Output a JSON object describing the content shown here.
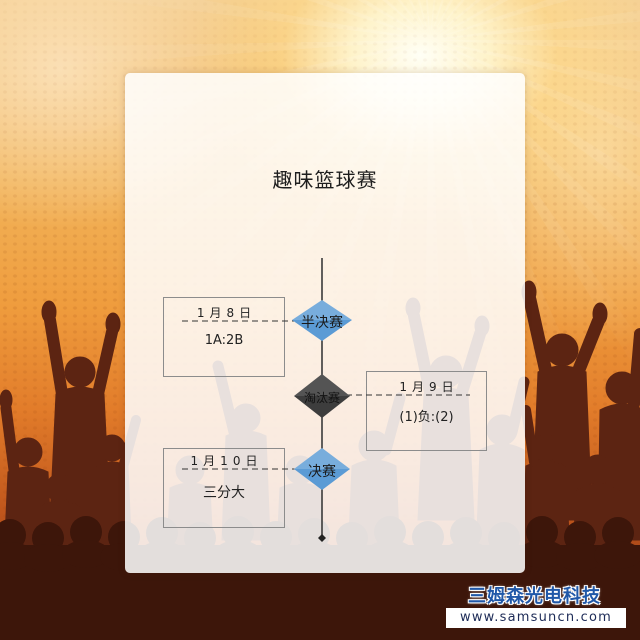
{
  "poster": {
    "title": "趣味篮球赛"
  },
  "timeline": {
    "stages": [
      {
        "label": "半决赛",
        "date": "1月8日",
        "result": "1A:2B"
      },
      {
        "label": "淘汰赛",
        "date": "1月9日",
        "result": "(1)负:(2)"
      },
      {
        "label": "决赛",
        "date": "1月10日",
        "result": "三分大"
      }
    ]
  },
  "watermark": {
    "brand": "三姆森光电科技",
    "url": "www.samsuncn.com"
  },
  "colors": {
    "stage_blue": "#5b9bd5",
    "stage_dark": "#3d3d3d",
    "brand_blue": "#2058a8"
  }
}
